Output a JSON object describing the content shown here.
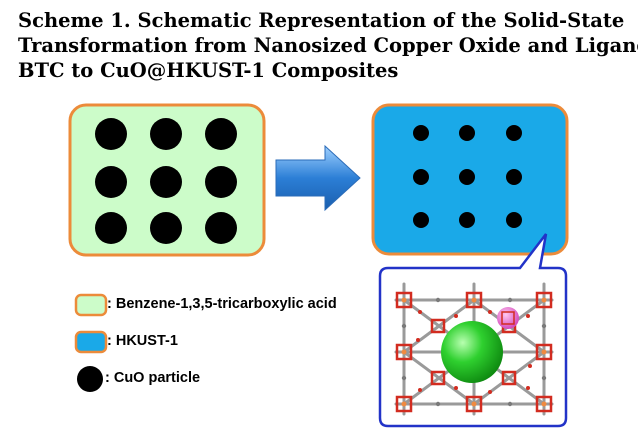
{
  "title": {
    "line1": "Scheme 1. Schematic Representation of the Solid-State",
    "line2": "Transformation from Nanosized Copper Oxide and Ligand",
    "line3": "BTC to CuO@HKUST-1 Composites"
  },
  "legend": {
    "btc_label": ": Benzene-1,3,5-tricarboxylic acid",
    "hkust_label": ": HKUST-1",
    "cuo_label": ": CuO particle"
  },
  "colors": {
    "btc_fill": "#ccfcc9",
    "hkust_fill": "#1aa9e8",
    "box_border": "#ec8b3a",
    "cuo_particle": "#000000",
    "arrow": "#2c7fd6",
    "callout_border": "#2233c8",
    "sphere_green": "#22c322",
    "sphere_pink": "#e060c8"
  },
  "icons": {
    "arrow": "right-arrow-icon",
    "callout": "crystal-structure-callout"
  }
}
